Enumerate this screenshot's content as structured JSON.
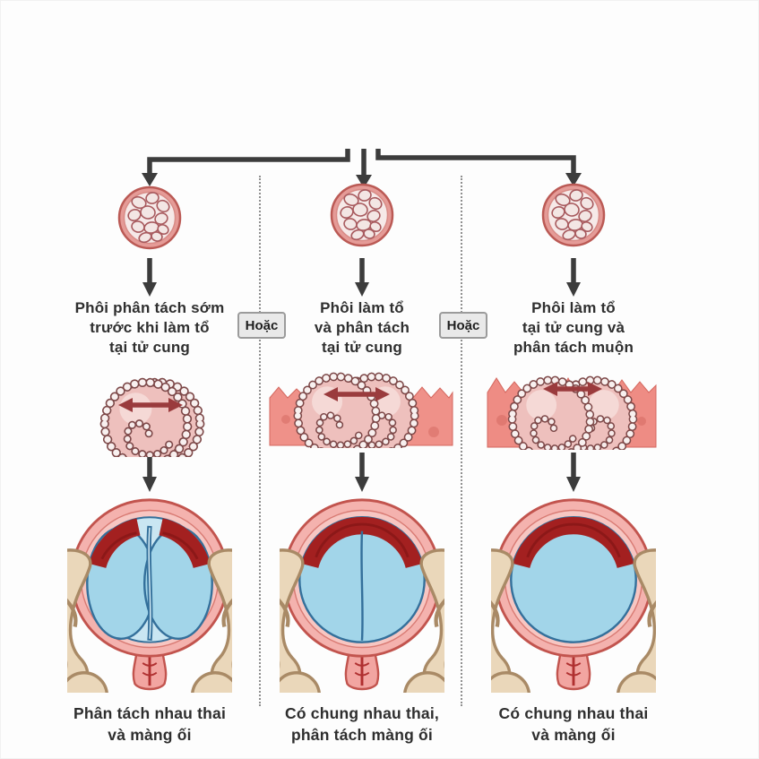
{
  "diagram": {
    "separators": [
      {
        "label": "Hoặc"
      },
      {
        "label": "Hoặc"
      }
    ],
    "columns": [
      {
        "header": "Phôi phân tách sớm\ntrước khi làm tổ\ntại tử cung",
        "caption": "Phân tách nhau thai\nvà màng ối"
      },
      {
        "header": "Phôi làm tổ\nvà phân tách\ntại tử cung",
        "caption": "Có chung nhau thai,\nphân tách màng ối"
      },
      {
        "header": "Phôi làm tổ\ntại tử cung và\nphân tách muộn",
        "caption": "Có chung nhau thai\nvà màng ối"
      }
    ],
    "colors": {
      "flow_arrow": "#3c3c3c",
      "split_arrow": "#9a3b3d",
      "embryo_rim": "#bb5a55",
      "endometrium_tissue": "#ef9189",
      "uterus_wall": "#f4b2ae",
      "placenta": "#a32020",
      "amniotic_fluid": "#a2d5e9",
      "membrane": "#34709b",
      "fetus": "#ead7ba",
      "or_box_bg": "#e9e9e9",
      "text": "#2f2f2f"
    },
    "icons": [
      "branch-arrow-icon",
      "down-arrow-icon",
      "split-double-arrow-icon",
      "morula-icon",
      "blastocyst-icon",
      "endometrium-tissue",
      "uterus-figure",
      "or-separator-dotted-line"
    ]
  }
}
